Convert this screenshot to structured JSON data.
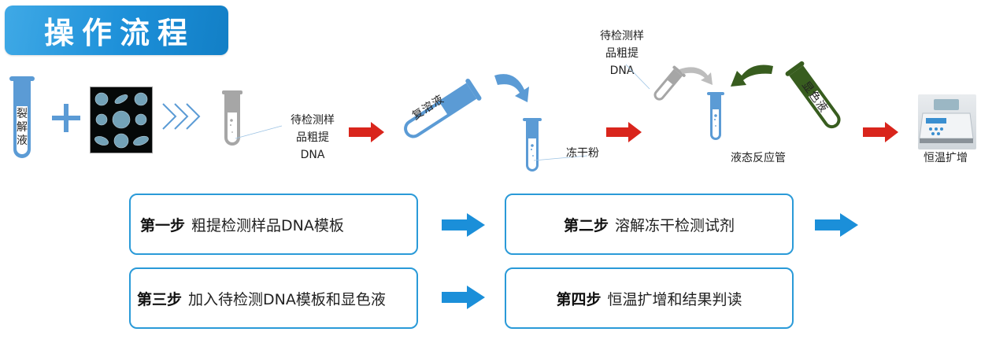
{
  "title": "操作流程",
  "colors": {
    "accent_blue": "#2a9ad8",
    "tube_blue": "#5b9bd5",
    "tube_gray": "#a6a6a6",
    "tube_green": "#385d1f",
    "red_arrow": "#d9251c",
    "step_arrow": "#1b8fd9"
  },
  "workflow": {
    "lysis_tube_label": "裂解液",
    "sample_image": "pollen-sample-image",
    "extracted_dna_label_lines": [
      "待检测样",
      "品粗提",
      "DNA"
    ],
    "reconstitution_tube_label": "复溶液",
    "lyophilized_powder_label": "冻干粉",
    "sample_dna_label_lines": [
      "待检测样",
      "品粗提",
      "DNA"
    ],
    "chromogenic_tube_label": "显色液",
    "reaction_tube_label": "液态反应管",
    "instrument_label": "恒温扩增"
  },
  "steps": [
    {
      "prefix": "第一步",
      "text": "粗提检测样品DNA模板"
    },
    {
      "prefix": "第二步",
      "text": "溶解冻干检测试剂"
    },
    {
      "prefix": "第三步",
      "text": "加入待检测DNA模板和显色液"
    },
    {
      "prefix": "第四步",
      "text": "恒温扩增和结果判读"
    }
  ]
}
